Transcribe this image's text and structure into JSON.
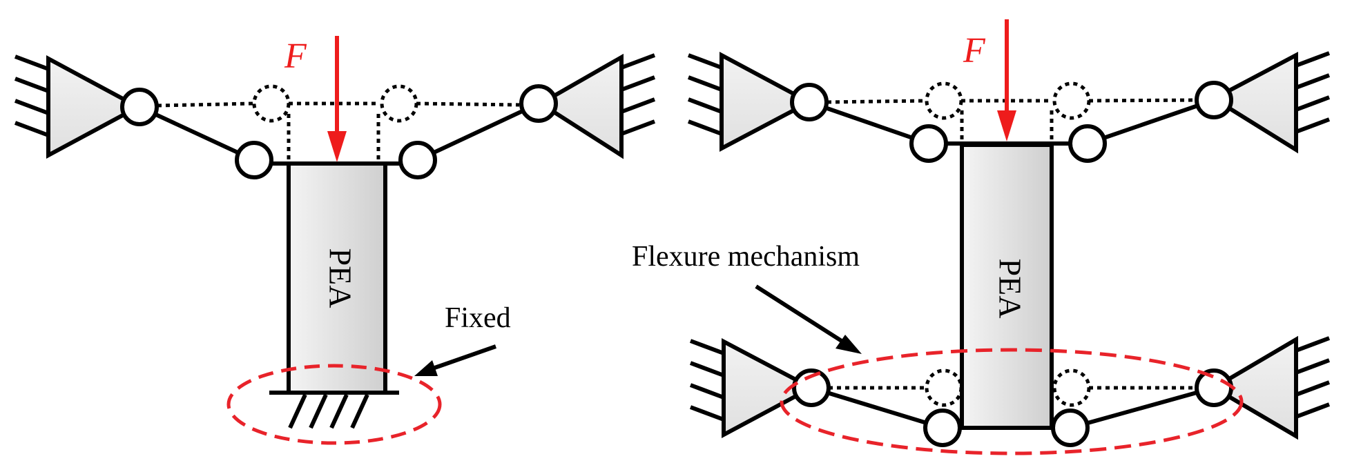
{
  "left_panel": {
    "force_label": "F",
    "actuator_label": "PEA",
    "fixed_label": "Fixed"
  },
  "right_panel": {
    "force_label": "F",
    "actuator_label": "PEA",
    "flexure_label": "Flexure mechanism"
  },
  "colors": {
    "force": "#ee1c1c",
    "highlight": "#e8232a",
    "line": "#000000",
    "fill_light": "#f2f2f2",
    "fill_dark": "#cfcfcf"
  }
}
